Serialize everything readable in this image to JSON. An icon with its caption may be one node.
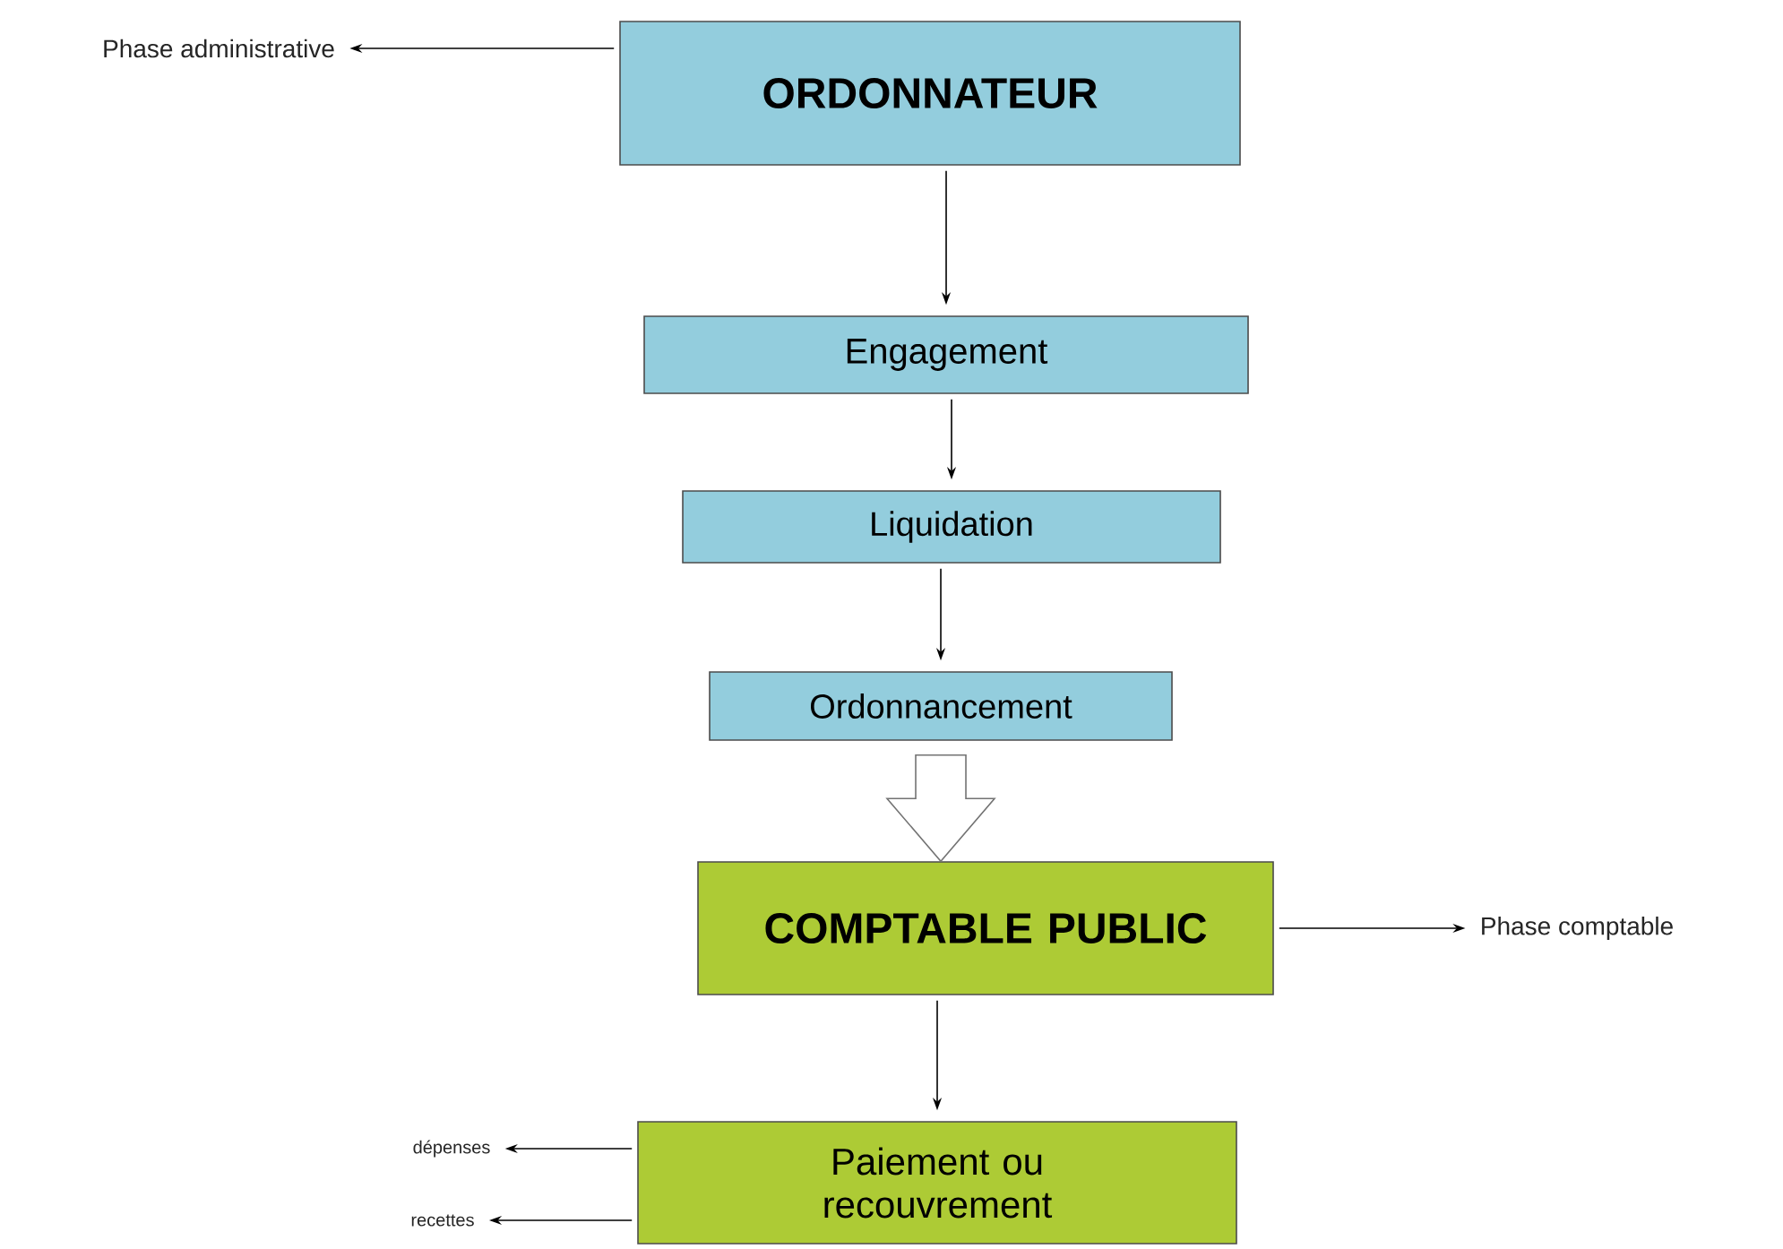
{
  "diagram": {
    "nodes": [
      {
        "text": [
          "ORDONNATEUR"
        ]
      },
      {
        "text": [
          "Phase administrative"
        ]
      },
      {
        "text": [
          "Engagement"
        ]
      },
      {
        "text": [
          "Liquidation"
        ]
      },
      {
        "text": [
          "Ordonnancement"
        ]
      },
      {
        "text": [
          "COMPTABLE PUBLIC"
        ]
      },
      {
        "text": [
          "Phase comptable"
        ]
      },
      {
        "text": [
          "Paiement ou recouvrement"
        ]
      },
      {
        "text": [
          "dépenses"
        ]
      },
      {
        "text": [
          "recettes"
        ]
      }
    ],
    "edges": [
      {
        "from": 0,
        "to": 1,
        "arrow": "to"
      },
      {
        "from": 0,
        "to": 2,
        "arrow": "to"
      },
      {
        "from": 2,
        "to": 3,
        "arrow": "to"
      },
      {
        "from": 3,
        "to": 4,
        "arrow": "to"
      },
      {
        "from": 4,
        "to": 5,
        "arrow": "to",
        "style": "thick"
      },
      {
        "from": 5,
        "to": 6,
        "arrow": "to"
      },
      {
        "from": 5,
        "to": 7,
        "arrow": "to"
      },
      {
        "from": 7,
        "to": 8,
        "arrow": "to"
      },
      {
        "from": 7,
        "to": 9,
        "arrow": "to"
      }
    ]
  }
}
